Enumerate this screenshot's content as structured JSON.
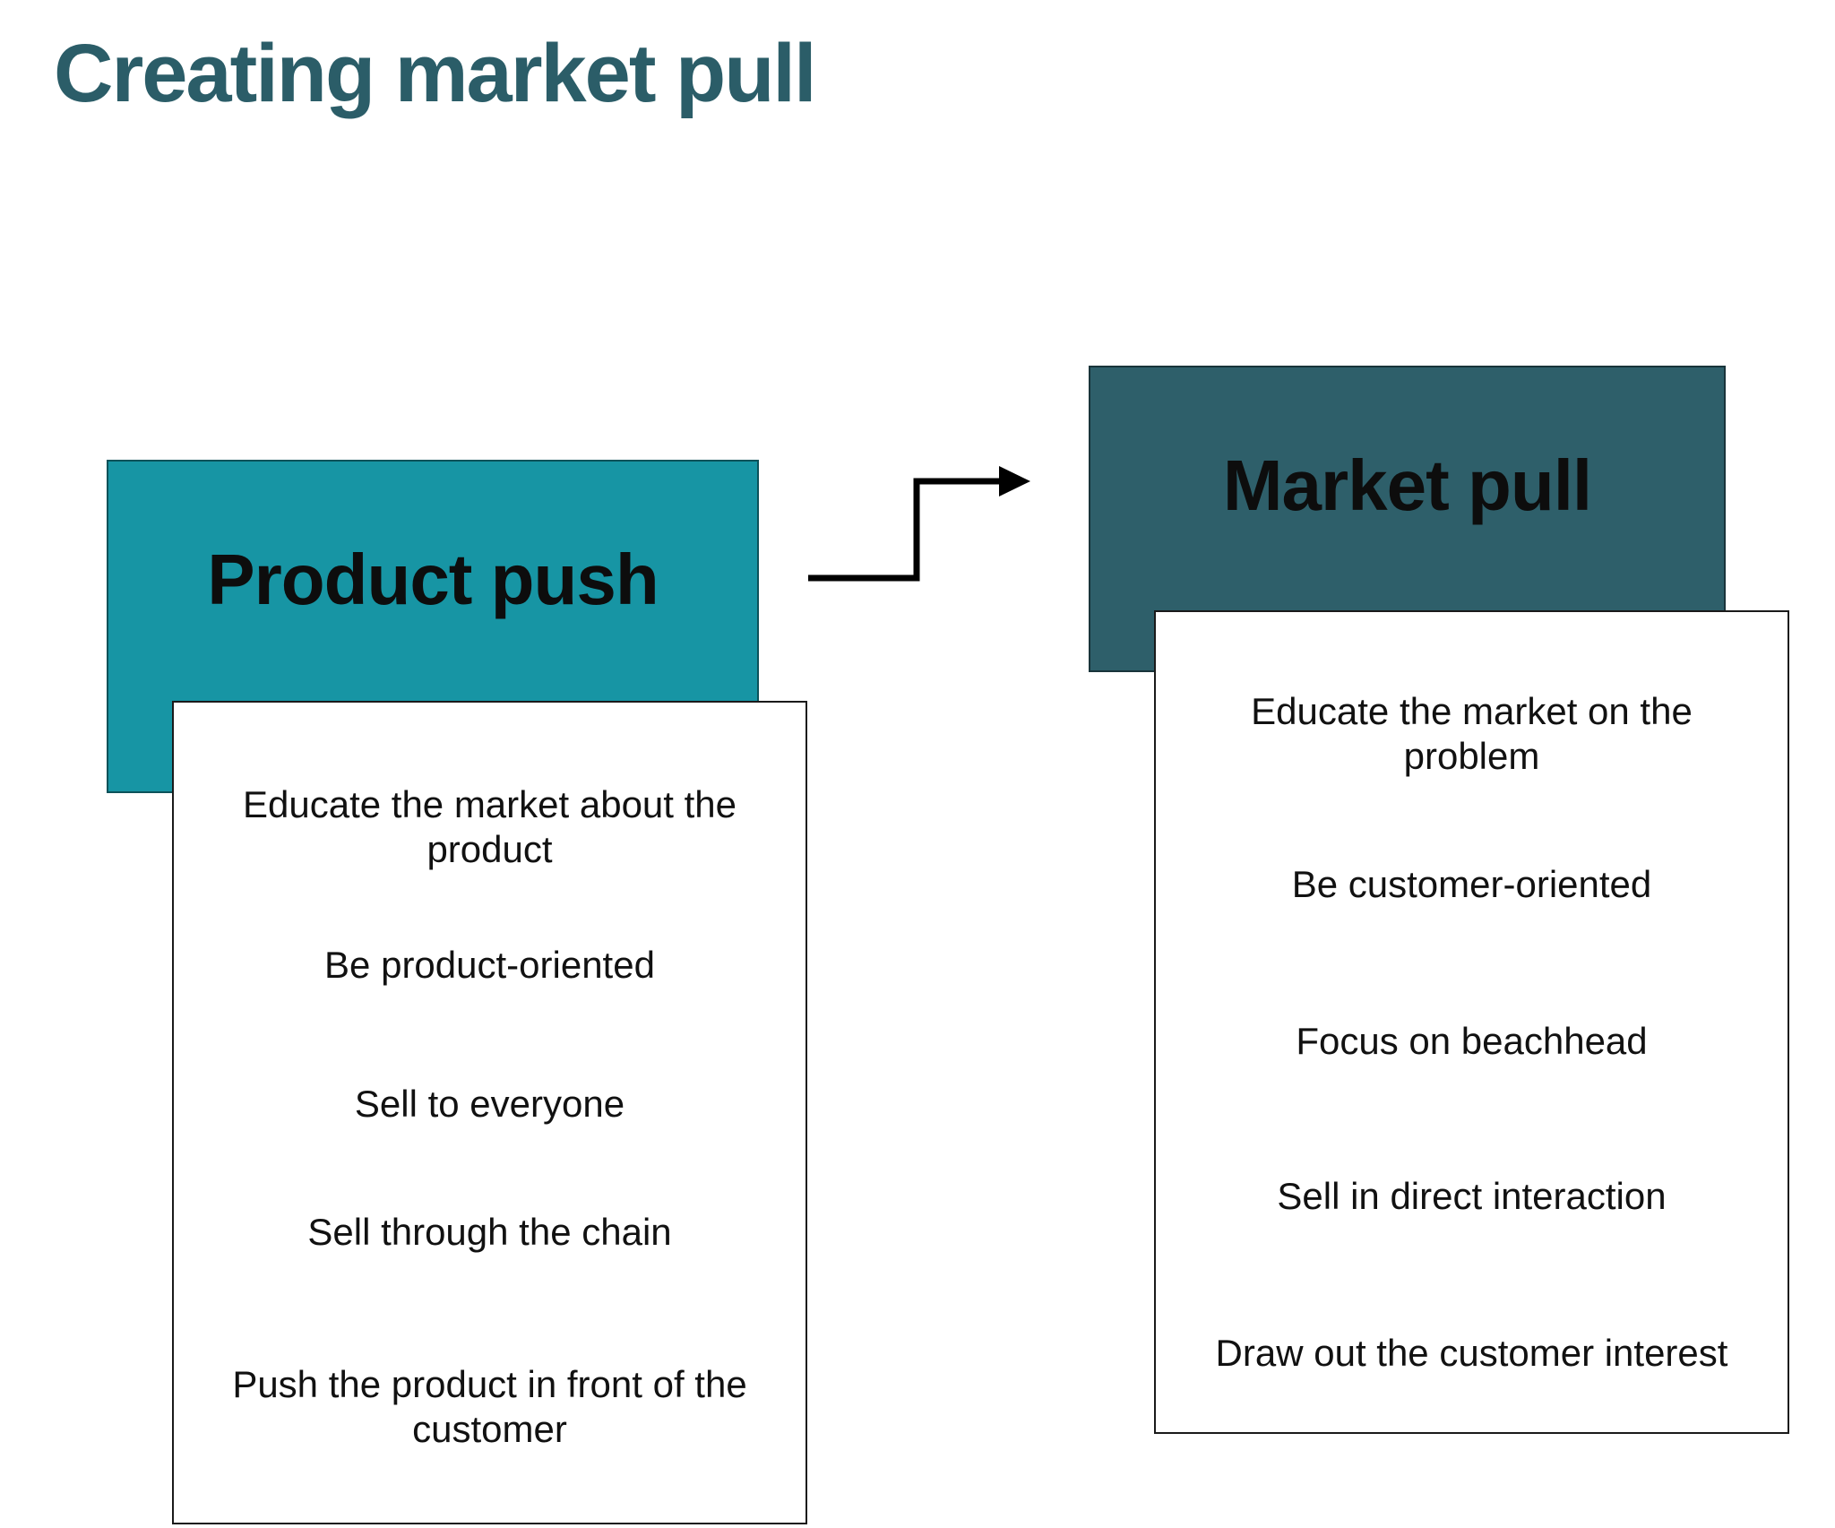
{
  "title": "Creating market pull",
  "diagram": {
    "push": {
      "label": "Product push",
      "items": [
        "Educate the market about the\nproduct",
        "Be product-oriented",
        "Sell to everyone",
        "Sell through the chain",
        "Push the product in front of the\ncustomer"
      ]
    },
    "pull": {
      "label": "Market pull",
      "items": [
        "Educate the market on the\nproblem",
        "Be customer-oriented",
        "Focus on beachhead",
        "Sell in direct interaction",
        "Draw out the customer interest"
      ]
    },
    "arrow": "product push to market pull"
  },
  "colors": {
    "background": "#ffffff",
    "title_text": "#2b5d68",
    "push_box": "#1795a4",
    "pull_box": "#2e5f6a",
    "box_label": "#0d0d0d",
    "card_text": "#111111",
    "card_border": "#1a1a1a",
    "arrow": "#000000"
  }
}
